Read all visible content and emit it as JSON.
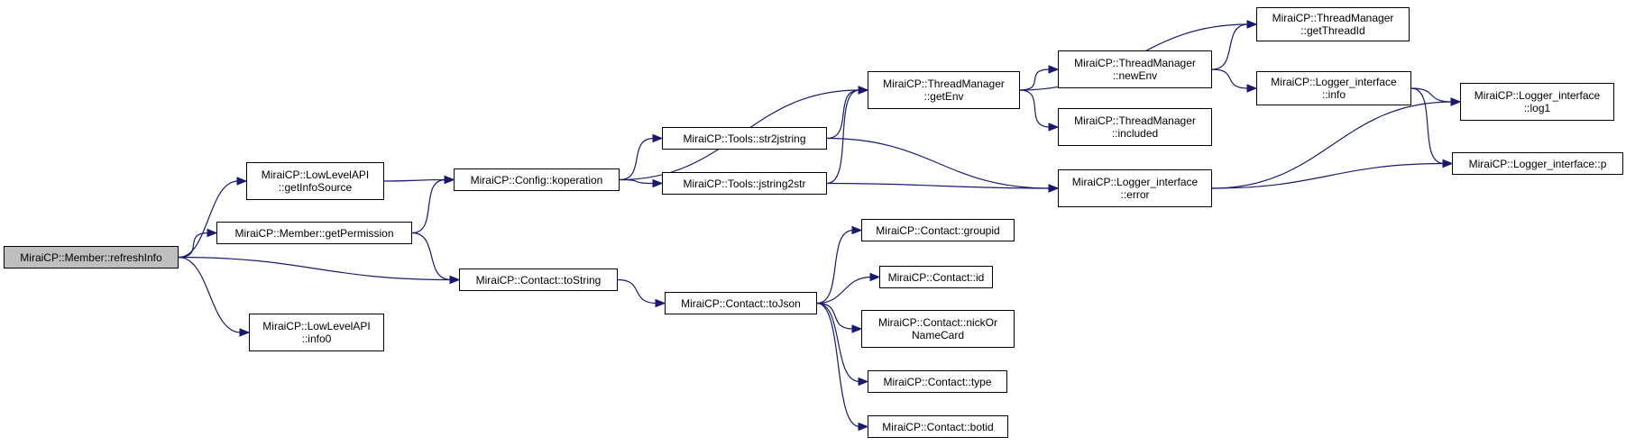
{
  "colors": {
    "edge": "#191970",
    "root_fill": "#bfbfbf",
    "node_fill": "#ffffff",
    "border": "#000000"
  },
  "nodes": [
    {
      "id": "refreshInfo",
      "lines": [
        "MiraiCP::Member::refreshInfo"
      ],
      "root": true
    },
    {
      "id": "getInfoSource",
      "lines": [
        "MiraiCP::LowLevelAPI",
        "::getInfoSource"
      ]
    },
    {
      "id": "getPermission",
      "lines": [
        "MiraiCP::Member::getPermission"
      ]
    },
    {
      "id": "info0",
      "lines": [
        "MiraiCP::LowLevelAPI",
        "::info0"
      ]
    },
    {
      "id": "koperation",
      "lines": [
        "MiraiCP::Config::koperation"
      ]
    },
    {
      "id": "toString",
      "lines": [
        "MiraiCP::Contact::toString"
      ]
    },
    {
      "id": "str2jstring",
      "lines": [
        "MiraiCP::Tools::str2jstring"
      ]
    },
    {
      "id": "jstring2str",
      "lines": [
        "MiraiCP::Tools::jstring2str"
      ]
    },
    {
      "id": "toJson",
      "lines": [
        "MiraiCP::Contact::toJson"
      ]
    },
    {
      "id": "getEnv",
      "lines": [
        "MiraiCP::ThreadManager",
        "::getEnv"
      ]
    },
    {
      "id": "groupid",
      "lines": [
        "MiraiCP::Contact::groupid"
      ]
    },
    {
      "id": "id",
      "lines": [
        "MiraiCP::Contact::id"
      ]
    },
    {
      "id": "nickOrNameCard",
      "lines": [
        "MiraiCP::Contact::nickOr",
        "NameCard"
      ]
    },
    {
      "id": "type",
      "lines": [
        "MiraiCP::Contact::type"
      ]
    },
    {
      "id": "botid",
      "lines": [
        "MiraiCP::Contact::botid"
      ]
    },
    {
      "id": "newEnv",
      "lines": [
        "MiraiCP::ThreadManager",
        "::newEnv"
      ]
    },
    {
      "id": "included",
      "lines": [
        "MiraiCP::ThreadManager",
        "::included"
      ]
    },
    {
      "id": "error",
      "lines": [
        "MiraiCP::Logger_interface",
        "::error"
      ]
    },
    {
      "id": "getThreadId",
      "lines": [
        "MiraiCP::ThreadManager",
        "::getThreadId"
      ]
    },
    {
      "id": "info",
      "lines": [
        "MiraiCP::Logger_interface",
        "::info"
      ]
    },
    {
      "id": "log1",
      "lines": [
        "MiraiCP::Logger_interface",
        "::log1"
      ]
    },
    {
      "id": "p",
      "lines": [
        "MiraiCP::Logger_interface::p"
      ]
    }
  ],
  "edges": [
    [
      "refreshInfo",
      "getInfoSource"
    ],
    [
      "refreshInfo",
      "getPermission"
    ],
    [
      "refreshInfo",
      "toString"
    ],
    [
      "refreshInfo",
      "info0"
    ],
    [
      "getInfoSource",
      "koperation"
    ],
    [
      "getPermission",
      "koperation"
    ],
    [
      "getPermission",
      "toString"
    ],
    [
      "koperation",
      "getEnv"
    ],
    [
      "koperation",
      "str2jstring"
    ],
    [
      "koperation",
      "jstring2str"
    ],
    [
      "str2jstring",
      "getEnv"
    ],
    [
      "str2jstring",
      "error"
    ],
    [
      "jstring2str",
      "getEnv"
    ],
    [
      "jstring2str",
      "error"
    ],
    [
      "toString",
      "toJson"
    ],
    [
      "toJson",
      "groupid"
    ],
    [
      "toJson",
      "id"
    ],
    [
      "toJson",
      "nickOrNameCard"
    ],
    [
      "toJson",
      "type"
    ],
    [
      "toJson",
      "botid"
    ],
    [
      "getEnv",
      "getThreadId"
    ],
    [
      "getEnv",
      "newEnv"
    ],
    [
      "getEnv",
      "included"
    ],
    [
      "newEnv",
      "getThreadId"
    ],
    [
      "newEnv",
      "info"
    ],
    [
      "error",
      "log1"
    ],
    [
      "error",
      "p"
    ],
    [
      "info",
      "log1"
    ],
    [
      "info",
      "p"
    ]
  ]
}
